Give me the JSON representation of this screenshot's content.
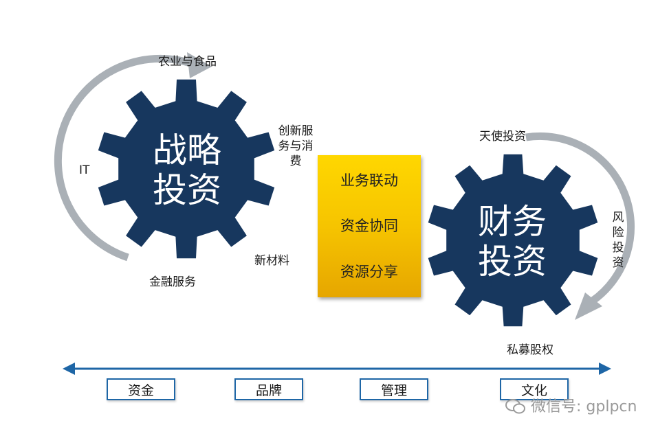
{
  "gears": {
    "strategic": {
      "line1": "战略",
      "line2": "投资"
    },
    "financial": {
      "line1": "财务",
      "line2": "投资"
    }
  },
  "strategic_labels": {
    "agri_food": "农业与食品",
    "innovation": "创新服务与消费",
    "it": "IT",
    "new_materials": "新材料",
    "finance": "金融服务"
  },
  "financial_labels": {
    "angel": "天使投资",
    "risk": "风险投资",
    "private_equity": "私募股权"
  },
  "center": {
    "items": [
      "业务联动",
      "资金协同",
      "资源分享"
    ]
  },
  "bottom": {
    "items": [
      "资金",
      "品牌",
      "管理",
      "文化"
    ]
  },
  "watermark": "微信号: gplpcn",
  "colors": {
    "gear": "#17375e",
    "arrow": "#aab0b6",
    "line": "#1e66a6",
    "gold": "#f6c400"
  }
}
